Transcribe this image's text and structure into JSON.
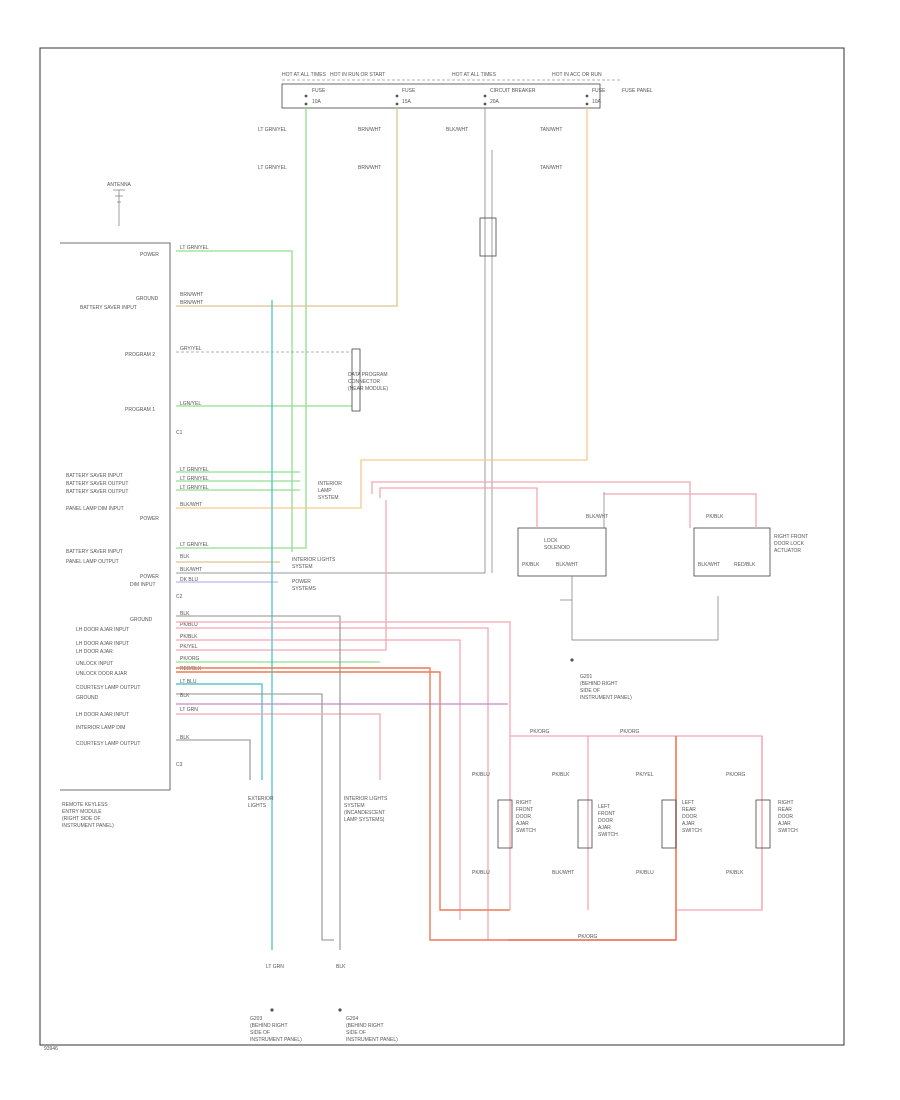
{
  "page_number": "93946",
  "fuse_panel": {
    "hot_labels": [
      "HOT AT ALL TIMES",
      "HOT IN RUN OR START",
      "HOT AT ALL TIMES",
      "HOT IN ACC OR RUN"
    ],
    "label": "FUSE PANEL",
    "fuses": [
      {
        "name": "FUSE",
        "rating": "10A"
      },
      {
        "name": "FUSE",
        "rating": "15A"
      },
      {
        "name": "CIRCUIT BREAKER",
        "rating": "20A"
      },
      {
        "name": "FUSE",
        "rating": "10A"
      }
    ]
  },
  "top_wires": {
    "upper": [
      "LT GRN/YEL",
      "BRN/WHT",
      "BLK/WHT",
      "TAN/WHT"
    ],
    "lower": [
      "LT GRN/YEL",
      "BRN/WHT",
      "TAN/WHT"
    ]
  },
  "module": {
    "pins": [
      "POWER",
      "GROUND",
      "BATTERY SAVER INPUT",
      "PROGRAM 2",
      "PROGRAM 1",
      "BATTERY SAVER INPUT",
      "BATTERY SAVER OUTPUT",
      "BATTERY SAVER OUTPUT",
      "PANEL LAMP DIM INPUT",
      "POWER",
      "BATTERY SAVER INPUT",
      "PANEL LAMP OUTPUT",
      "POWER",
      "DIM INPUT",
      "GROUND",
      "LH DOOR AJAR INPUT",
      "LH DOOR AJAR INPUT",
      "LH DOOR AJAR",
      "UNLOCK INPUT",
      "UNLOCK DOOR AJAR",
      "COURTESY LAMP OUTPUT",
      "GROUND",
      "LH DOOR AJAR INPUT",
      "INTERIOR LAMP DIM",
      "COURTESY LAMP OUTPUT"
    ],
    "caption": [
      "REMOTE KEYLESS",
      "ENTRY MODULE",
      "(RIGHT SIDE OF",
      "INSTRUMENT PANEL)"
    ],
    "connector_top": "C1",
    "connector_mid": "C2",
    "connector_bot": "C3"
  },
  "pin_wires": [
    "LT GRN/YEL",
    "BRN/WHT",
    "BRN/WHT",
    "GRY/YEL",
    "LGN/YEL",
    "LT GRN/YEL",
    "LT GRN/YEL",
    "LT GRN/YEL",
    "BLK/WHT",
    "LT GRN/YEL",
    "BLK",
    "BLK/WHT",
    "DK BLU",
    "BLK",
    "PK/BLU",
    "PK/BLK",
    "PK/YEL",
    "PK/ORG",
    "RED/BLK",
    "LT BLU",
    "BLK",
    "LT GRN",
    "BLK"
  ],
  "program_connector": [
    "DATA PROGRAM",
    "CONNECTOR",
    "(NEAR MODULE)"
  ],
  "antenna": "ANTENNA",
  "interior_lamp_system": [
    "INTERIOR",
    "LAMP",
    "SYSTEM"
  ],
  "interior_lights_system": [
    "INTERIOR LIGHTS",
    "SYSTEM"
  ],
  "power_systems": [
    "POWER",
    "SYSTEMS"
  ],
  "lower_dests": [
    [
      "EXTERIOR",
      "LIGHTS"
    ],
    [
      "INTERIOR LIGHTS",
      "SYSTEM",
      "(INCANDESCENT",
      "LAMP SYSTEMS)"
    ]
  ],
  "door_locks": [
    {
      "name": [
        "LOCK",
        "SOLENOID"
      ],
      "pin_labels": [
        "PK/BLK",
        "BLK/WHT"
      ],
      "wires": [
        "BLK/WHT"
      ]
    },
    {
      "name": [
        "RIGHT FRONT",
        "DOOR LOCK",
        "ACTUATOR"
      ],
      "pin_labels": [
        "BLK/WHT",
        "RED/BLK"
      ],
      "wires": [
        "PK/BLK"
      ]
    }
  ],
  "ground_g201": [
    "G201",
    "(BEHIND RIGHT",
    "SIDE OF",
    "INSTRUMENT PANEL)"
  ],
  "ground_g203": [
    "G203",
    "(BEHIND RIGHT",
    "SIDE OF",
    "INSTRUMENT PANEL)"
  ],
  "ground_g204": [
    "G204",
    "(BEHIND RIGHT",
    "SIDE OF",
    "INSTRUMENT PANEL)"
  ],
  "door_switches": [
    {
      "name": [
        "RIGHT",
        "FRONT",
        "DOOR",
        "AJAR",
        "SWITCH"
      ]
    },
    {
      "name": [
        "LEFT",
        "FRONT",
        "DOOR",
        "AJAR",
        "SWITCH"
      ]
    },
    {
      "name": [
        "LEFT",
        "REAR",
        "DOOR",
        "AJAR",
        "SWITCH"
      ]
    },
    {
      "name": [
        "RIGHT",
        "REAR",
        "DOOR",
        "AJAR",
        "SWITCH"
      ]
    }
  ],
  "switch_wires": [
    "PK/BLU",
    "PK/BLK",
    "PK/YEL",
    "PK/ORG",
    "PK/BLU",
    "BLK/WHT",
    "PK/BLU",
    "PK/BLK"
  ],
  "common_wire": "PK/ORG",
  "bottom_wires": [
    "LT GRN",
    "BLK"
  ],
  "colors": {
    "green": "#8fe08f",
    "tan": "#d9c491",
    "orange": "#f7c98a",
    "cyan": "#5fc6cf",
    "gray": "#8f8f8f",
    "pink": "#f4a7b5",
    "red": "#ee7a5a",
    "blue": "#a9a9e6",
    "violet": "#c78bc8"
  }
}
